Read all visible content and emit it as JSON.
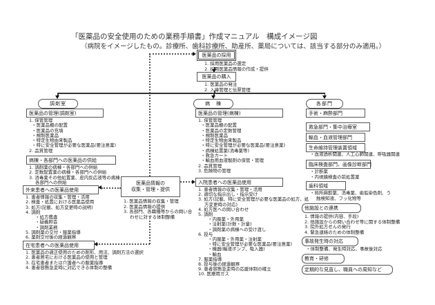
{
  "title": "「医薬品の安全使用のための業務手順書」作成マニュアル　構成イメージ図",
  "subtitle": "（病院をイメージしたもの。診療所、歯科診療所、助産所、薬局については、該当する部分のみ適用。）",
  "colors": {
    "ink": "#222222",
    "line": "#444444",
    "arrow": "#111111"
  },
  "flow": {
    "adoption": {
      "label": "医薬品の採用",
      "items": [
        "1. 採用医薬品の選定",
        "2. 採用医薬品情報の作成・提供"
      ]
    },
    "purchase": {
      "label": "医薬品の購入",
      "items": [
        "1. 医薬品の発注",
        "2. 入庫管理と伝票管理"
      ]
    }
  },
  "info_center": {
    "label_line1": "医薬品情報の",
    "label_line2": "収集・管理・提供",
    "items": [
      "1. 医薬品情報の収集・管理",
      "2. 医薬品情報の提供",
      "3. 各部門、各職種等からの問い合わせに対する体制整備"
    ]
  },
  "columns": {
    "dispensary": {
      "header": "調剤室",
      "sections": [
        {
          "label": "医薬品の管理(調剤室)",
          "items": [
            "1. 保管管理",
            "・医薬品棚の配置",
            "・医薬品の充填",
            "・規制医薬品",
            "・特定生物由来製品",
            "・特に安全管理が必要な医薬品(要注意薬)",
            "2. 品質管理"
          ]
        },
        {
          "label": "病棟・各部門への医薬品の供給",
          "items": [
            "1. 調剤薬の病棟・各部門への供給",
            "2. 定数配置薬の病棟・各部門への供給",
            "3. 消毒薬その他処置薬、皮内反応液等の病棟・各部門への供給"
          ]
        },
        {
          "label": "外来患者への医薬品使用",
          "items": [
            "1. 患者情報の収集・管理・活用",
            "2. 検査・処置における医薬品使用",
            "3. 処方(記載、処方変更時の説明)",
            "4. 調剤",
            "・処方鑑査",
            "・疑義照会",
            "・調剤業務",
            "5. 調剤薬の交付・服薬指導",
            "6. 薬剤交付後の経過観察"
          ]
        },
        {
          "label": "在宅患者への医薬品使用",
          "items": [
            "1. 医薬品の適正使用のための剤形、用法、調剤方法の選択",
            "2. 患者居宅における医薬品の使用と管理",
            "3. 在宅患者または介護者への服薬指導",
            "4. 患者容態急変時に対応できる体制の整備"
          ]
        }
      ]
    },
    "ward": {
      "header": "病　棟",
      "sections": [
        {
          "label": "医薬品の管理(病棟)",
          "items": [
            "1. 保管管理",
            "・医薬品棚の配置",
            "・医薬品の定数管理",
            "・規制医薬品",
            "・特定生物由来製品",
            "・特に安全管理が必要な医薬品(要注意薬)",
            "・病棟処置薬(消毒薬等)",
            "・救急カート",
            "・輸血用血液製剤の保管・管理",
            "2. 品質管理",
            "3. 危険物の管理"
          ]
        },
        {
          "label": "入院患者への医薬品使用",
          "items": [
            "1. 患者情報の収集・管理・活用",
            "2. 適切な指示出し・指示受け",
            "3. 処方(記載、特に安全管理が必要な医薬品の処方、処方変更時の対応)",
            "4. 処方医への問い合わせ",
            "5. 調剤",
            "・内服薬・外用薬",
            "・注射薬(計数・計量)",
            "・調剤薬の病棟への受け渡し",
            "6. 投与",
            "・内服薬・外用薬・注射薬",
            "・特に安全管理が必要な医薬品(要注意薬)",
            "・機器(輸液ポンプ、吸入器)",
            "・輸血",
            "7. 服薬指導",
            "8. 投与後の経過観察",
            "9. 患者容態急変時の応援体制の確立",
            "10. 医療用ガス"
          ]
        }
      ]
    },
    "departments": {
      "header": "各部門",
      "boxes": [
        {
          "label": "手術・麻酔部門"
        },
        {
          "label": "救急部門・集中治療室"
        },
        {
          "label": "輸血・血液管理部門"
        },
        {
          "label": "生命維持管理装置領域",
          "notes": [
            "・血液透析関連、人工心肺関連、呼吸器関連"
          ]
        },
        {
          "label": "臨床検査部門、画像診断部門",
          "notes": [
            "・診断薬",
            "・内視鏡検査の前処置薬"
          ]
        },
        {
          "label": "歯科領域",
          "notes": [
            "・局所麻酔薬、消毒薬、歯垢染色剤、う蝕検知液、フッ化物等"
          ]
        }
      ],
      "rounded": [
        {
          "label": "他施設との連携",
          "items": [
            "1. 情報の提供(内容、手段)",
            "2. 他施設からの問い合わせ等に関する体制整備",
            "3. 院外処方せんの発行",
            "4. 緊急連絡のための体制整備"
          ]
        },
        {
          "label": "事故発生時の対応",
          "notes": [
            "・体制整備、発生時対応、事故後対応"
          ]
        },
        {
          "label": "教育・研修"
        },
        {
          "label": "定期的な見直し、職員への周知など"
        }
      ]
    }
  }
}
